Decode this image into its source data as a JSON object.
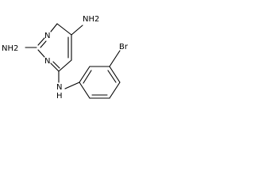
{
  "molecule": {
    "labels": {
      "nh2_top": "NH2",
      "nh2_left": "NH2",
      "n_ring_upper": "N",
      "n_ring_lower": "N",
      "nh_linker": "N",
      "h_linker": "H",
      "br": "Br"
    },
    "colors": {
      "line": "#000000",
      "background": "#ffffff"
    }
  }
}
